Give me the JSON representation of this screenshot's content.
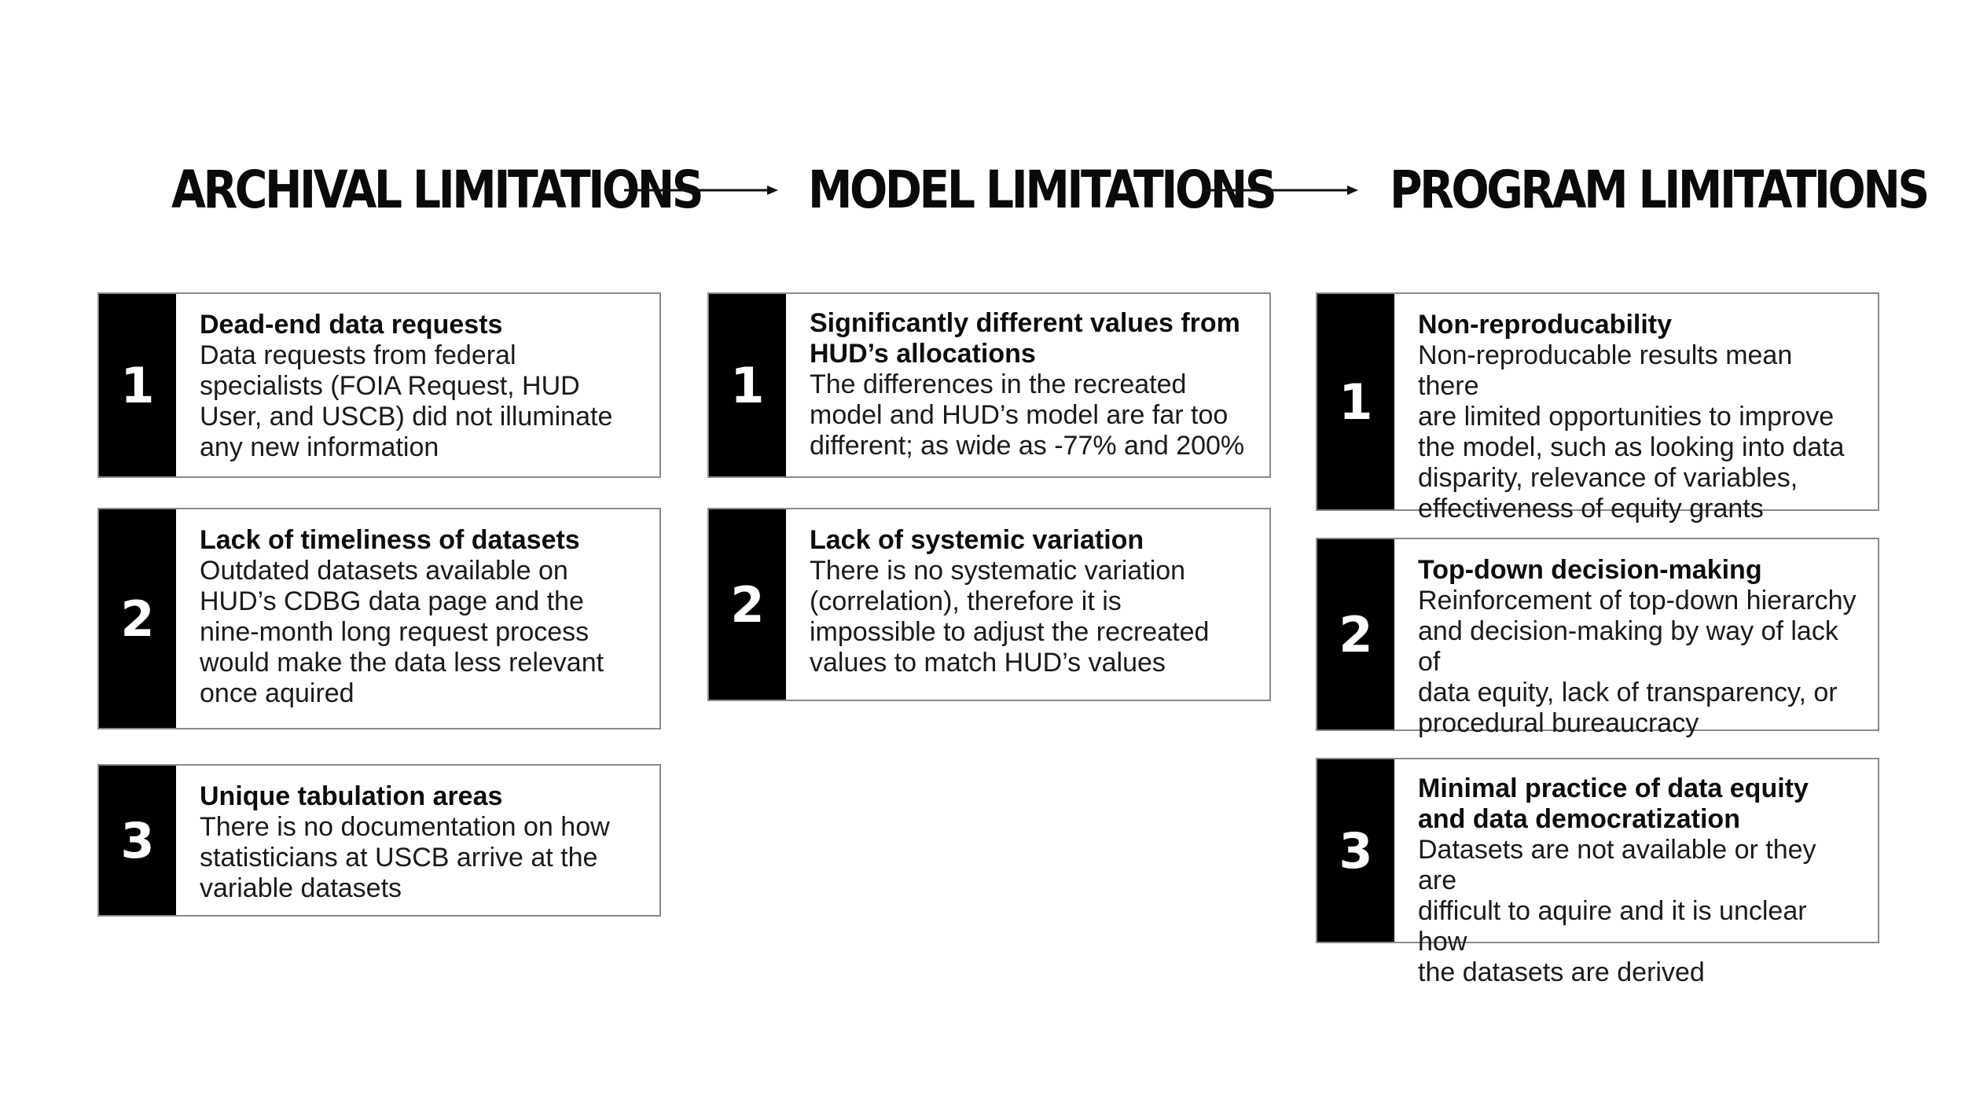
{
  "headings": {
    "archival": "ARCHIVAL LIMITATIONS",
    "model": "MODEL LIMITATIONS",
    "program": "PROGRAM LIMITATIONS"
  },
  "archival_cards": [
    {
      "number": "1",
      "title": "Dead-end data requests",
      "description": "Data requests from federal\nspecialists (FOIA Request, HUD\nUser, and USCB) did not illuminate\nany new information"
    },
    {
      "number": "2",
      "title": "Lack of timeliness of datasets",
      "description": "Outdated datasets available on\nHUD’s CDBG data page and the\nnine-month long request process\nwould make the data less relevant\nonce aquired"
    },
    {
      "number": "3",
      "title": "Unique tabulation areas",
      "description": "There is no documentation on how\nstatisticians at USCB arrive at the\nvariable datasets"
    }
  ],
  "model_cards": [
    {
      "number": "1",
      "title": "Significantly different values from\nHUD’s allocations",
      "description": "The differences in the recreated\nmodel and HUD’s model are far too\ndifferent; as wide as -77% and 200%"
    },
    {
      "number": "2",
      "title": "Lack of systemic variation",
      "description": "There is no systematic variation\n(correlation), therefore it is\nimpossible to adjust the recreated\nvalues to match HUD’s values"
    }
  ],
  "program_cards": [
    {
      "number": "1",
      "title": "Non-reproducability",
      "description": "Non-reproducable results mean there\nare limited opportunities to improve\nthe model, such as looking into data\ndisparity, relevance of variables,\neffectiveness of equity grants"
    },
    {
      "number": "2",
      "title": "Top-down decision-making",
      "description": "Reinforcement of top-down hierarchy\nand decision-making by way of lack of\ndata equity, lack of transparency, or\nprocedural bureaucracy"
    },
    {
      "number": "3",
      "title": "Minimal practice of data equity\nand data democratization",
      "description": "Datasets are not available or they are\ndifficult to aquire and it is unclear how\nthe datasets are derived"
    }
  ],
  "colors": {
    "number_block": "#000000",
    "border": "#8a8a8a",
    "text": "#111111"
  }
}
